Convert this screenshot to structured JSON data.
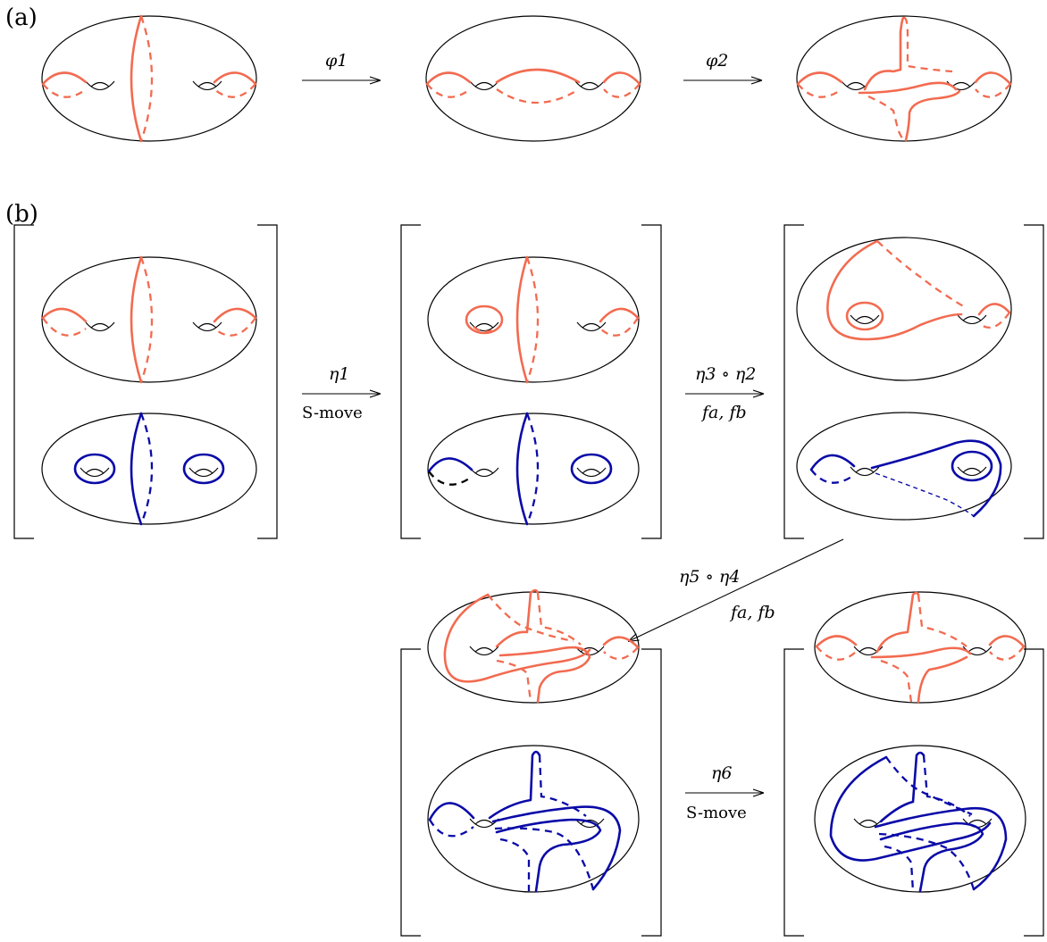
{
  "panels": {
    "a": "(a)",
    "b": "(b)"
  },
  "arrows": {
    "phi1": "φ1",
    "phi2": "φ2",
    "eta1": "η1",
    "eta1_move": "S-move",
    "eta32": "η3 ∘ η2",
    "eta32_maps": "fa, fb",
    "eta54": "η5 ∘ η4",
    "eta54_maps": "fa, fb",
    "eta6": "η6",
    "eta6_move": "S-move"
  },
  "colors": {
    "red": "#f26b50",
    "blue": "#0a0aa8",
    "black": "#000000"
  }
}
